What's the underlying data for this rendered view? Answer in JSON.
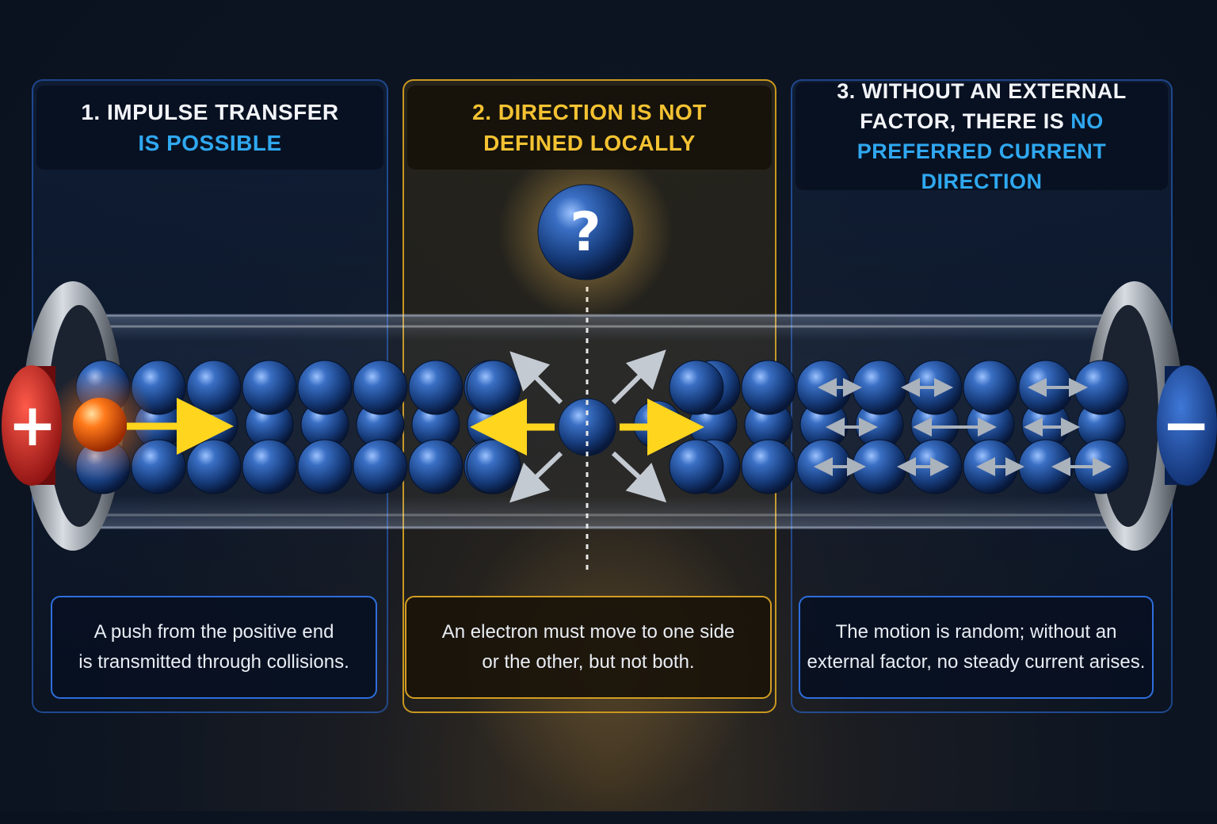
{
  "panels": [
    {
      "title_line1": "1. Impulse transfer",
      "title_line2": "is possible",
      "description_line1": "A push from the positive end",
      "description_line2": "is transmitted through collisions."
    },
    {
      "title_line1": "2. Direction is not",
      "title_line2": "defined locally",
      "description_line1": "An electron must move to one side",
      "description_line2": "or the other, but not both."
    },
    {
      "title_line1": "3. Without an external",
      "title_line2_a": "factor, there is ",
      "title_line2_b": "no",
      "title_line3": "preferred current direction",
      "description_line1": "The motion is random; without an",
      "description_line2": "external factor, no steady current arises."
    }
  ],
  "terminals": {
    "positive_symbol": "+",
    "negative_symbol": "−"
  },
  "question_symbol": "?",
  "colors": {
    "highlight_blue": "#2fa8f0",
    "highlight_gold": "#f4c232",
    "electron_blue": "#2a5aa8",
    "pushed_electron": "#ff6a1a",
    "arrow_yellow": "#ffd51e",
    "arrow_gray": "#b9c0c8",
    "positive_terminal": "#c62828",
    "negative_terminal": "#1e4fa3"
  }
}
